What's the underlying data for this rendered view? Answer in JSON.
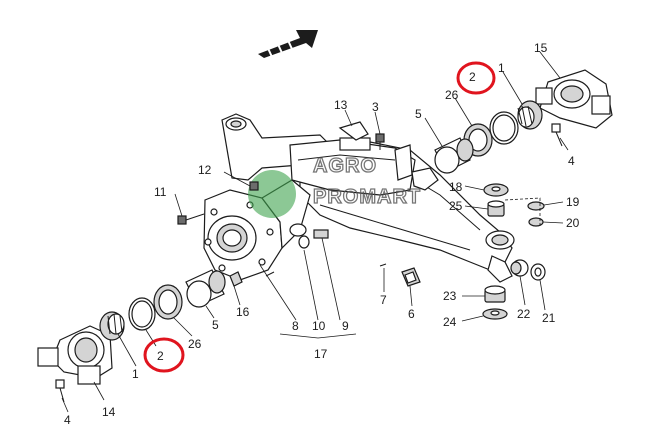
{
  "callouts": {
    "n1a": "1",
    "n1b": "1",
    "n2a": "2",
    "n2b": "2",
    "n3": "3",
    "n4a": "4",
    "n4b": "4",
    "n5a": "5",
    "n5b": "5",
    "n6": "6",
    "n7": "7",
    "n8": "8",
    "n9": "9",
    "n10": "10",
    "n11": "11",
    "n12": "12",
    "n13": "13",
    "n14": "14",
    "n15": "15",
    "n16": "16",
    "n17": "17",
    "n18": "18",
    "n19": "19",
    "n20": "20",
    "n21": "21",
    "n22": "22",
    "n23": "23",
    "n24": "24",
    "n25": "25",
    "n26a": "26",
    "n26b": "26"
  },
  "watermark": {
    "line1": "AGRO",
    "line2": "PROMART"
  },
  "colors": {
    "highlight": "#e0141e",
    "watermark_green": "#3fa34d",
    "line": "#1c1c1c"
  }
}
